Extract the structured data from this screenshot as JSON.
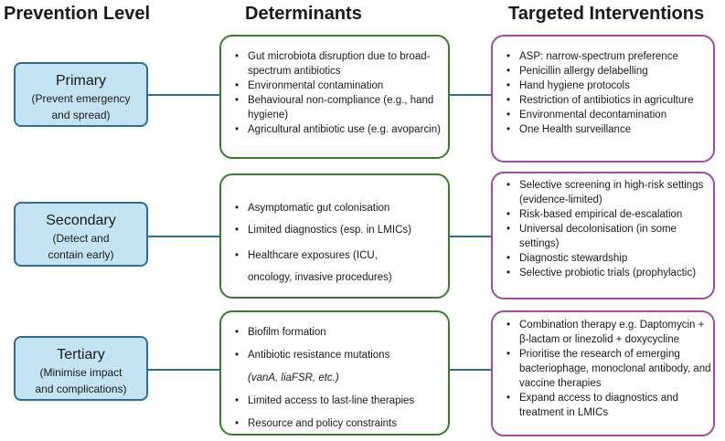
{
  "headers": {
    "level": "Prevention Level",
    "determinants": "Determinants",
    "interventions": "Targeted Interventions"
  },
  "colors": {
    "level_fill": "#c5e4f3",
    "level_border": "#2f6e8e",
    "determinant_border": "#3a7d2c",
    "intervention_border": "#a24aa6"
  },
  "rows": [
    {
      "level": "Primary",
      "sub": [
        "(Prevent emergency",
        "and spread)"
      ],
      "determinants": [
        "Gut microbiota disruption due to broad-spectrum antibiotics",
        "Environmental contamination",
        "Behavioural non-compliance (e.g., hand hygiene)",
        "Agricultural antibiotic use (e.g. avoparcin)"
      ],
      "interventions": [
        "ASP: narrow-spectrum preference",
        "Penicillin allergy delabelling",
        "Hand hygiene protocols",
        "Restriction of antibiotics in agriculture",
        "Environmental decontamination",
        "One Health surveillance"
      ]
    },
    {
      "level": "Secondary",
      "sub": [
        "(Detect and",
        "contain early)"
      ],
      "determinants": [
        "Asymptomatic gut colonisation",
        "Limited diagnostics (esp. in LMICs)",
        "Healthcare exposures (ICU, oncology, invasive procedures)"
      ],
      "interventions": [
        "Selective screening in high-risk settings (evidence-limited)",
        "Risk-based empirical de-escalation",
        "Universal decolonisation (in some settings)",
        "Diagnostic stewardship",
        "Selective probiotic trials (prophylactic)"
      ]
    },
    {
      "level": "Tertiary",
      "sub": [
        "(Minimise impact",
        "and complications)"
      ],
      "determinants": [
        "Biofilm formation",
        "Antibiotic resistance mutations",
        "(vanA, liaFSR, etc.)",
        "Limited access to last-line therapies",
        "Resource and policy constraints"
      ],
      "interventions": [
        "Combination therapy e.g. Daptomycin + β-lactam or linezolid + doxycycline",
        "Prioritise the research of emerging bacteriophage, monoclonal antibody, and vaccine therapies",
        "Expand access to diagnostics and treatment in LMICs"
      ]
    }
  ]
}
